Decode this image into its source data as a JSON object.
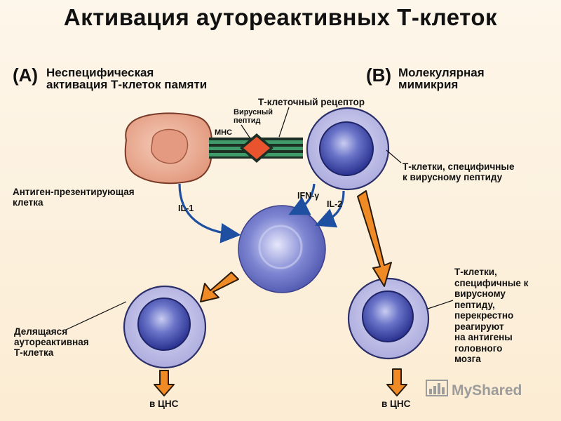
{
  "title": "Активация аутореактивных Т-клеток",
  "panel_a": {
    "letter": "(A)",
    "title": "Неспецифическая\nактивация Т-клеток памяти"
  },
  "panel_b": {
    "letter": "(B)",
    "title": "Молекулярная\nмимикрия"
  },
  "labels": {
    "tcr": "Т-клеточный рецептор",
    "viral_peptide": "Вирусный\nпептид",
    "mhc": "MHC",
    "apc": "Антиген-презентирующая\nклетка",
    "t_cells_specific": "Т-клетки, специфичные\nк вирусному пептиду",
    "il1": "IL-1",
    "ifn": "IFN-γ",
    "il2": "IL-2",
    "dividing_cell": "Делящаяся\nаутореактивная\nТ-клетка",
    "cross_reactive": "Т-клетки,\nспецифичные к\nвирусному\nпептиду,\nперекрестно\nреагируют\nна антигены\nголовного\nмозга",
    "cns_left": "в ЦНС",
    "cns_right": "в ЦНС"
  },
  "watermark": {
    "text": "MyShared"
  },
  "colors": {
    "apc_fill": "#e8a58c",
    "cell_outer": "#b9b8e6",
    "nucleus": "#3e4aa8",
    "arrow_orange": "#f08a24",
    "arrow_blue": "#1e4fa0",
    "peptide": "#e9532d",
    "receptor_dark": "#1d2e25",
    "receptor_green": "#3f9b6a"
  }
}
